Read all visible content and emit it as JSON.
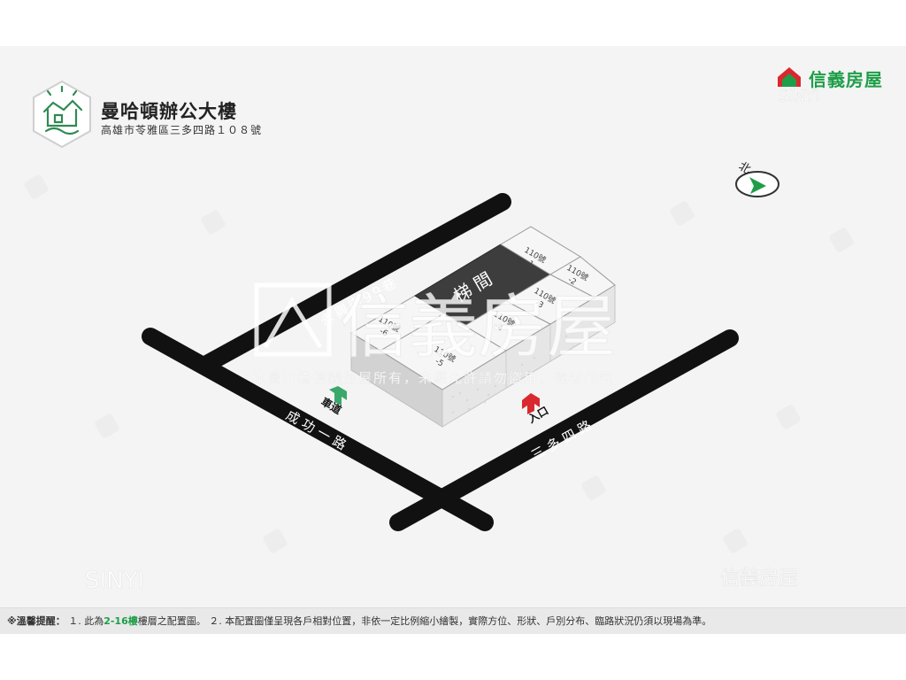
{
  "header": {
    "title": "曼哈頓辦公大樓",
    "address": "高雄市苓雅區三多四路１０８號"
  },
  "brand": {
    "name": "信義房屋",
    "color": "#1e9e48",
    "accent": "#d9282f"
  },
  "compass": {
    "label": "北",
    "icon": "north-arrow-icon"
  },
  "roads": {
    "yongxing": "永興街99巷",
    "chenggong": "成功一路",
    "sanduo": "三多四路"
  },
  "markers": {
    "driveway": "車道",
    "driveway_color": "#3aa86a",
    "entrance": "入口",
    "entrance_color": "#d9282f"
  },
  "units": {
    "stairwell": "梯間",
    "u1": "110號\n-1",
    "u2": "110號\n-2",
    "u3": "110號\n-3",
    "u4": "110號\n-4",
    "u5": "110號\n-5",
    "u6": "110號\n-6"
  },
  "watermark": {
    "center": "信義房屋",
    "caption": "本圖片為信義房屋所有，未經允許請勿盜用，違者必究",
    "corner": "信義房屋",
    "corner_left": "SINYI"
  },
  "notice": {
    "label": "※溫馨提醒：",
    "part1": "１. 此為",
    "highlight": "2-16樓",
    "part2": "樓層之配置圖。 ２. 本配置圖僅呈現各戶相對位置，非依一定比例縮小繪製，實際方位、形狀、戶別分布、臨路狀況仍須以現場為準。"
  }
}
